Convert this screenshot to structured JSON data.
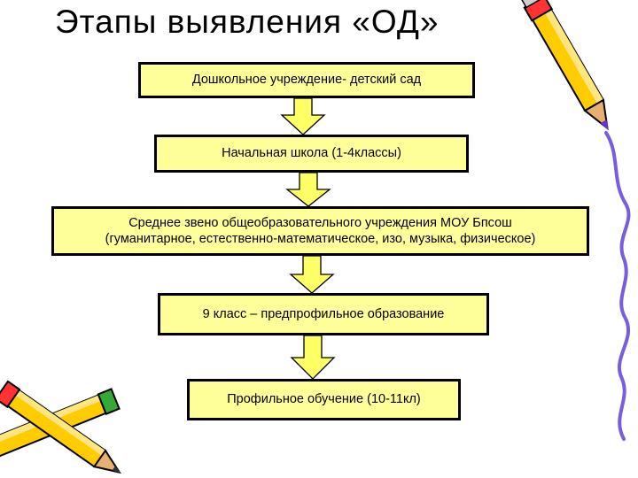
{
  "slide": {
    "title": "Этапы выявления «ОД»"
  },
  "flow": {
    "steps": [
      {
        "lines": [
          "Дошкольное учреждение- детский сад"
        ]
      },
      {
        "lines": [
          "Начальная школа (1-4классы)"
        ]
      },
      {
        "lines": [
          "Среднее звено общеобразовательного учреждения МОУ Бпсош",
          "(гуманитарное, естественно-математическое, изо, музыка, физическое)"
        ]
      },
      {
        "lines": [
          "9 класс – предпрофильное образование"
        ]
      },
      {
        "lines": [
          "Профильное обучение (10-11кл)"
        ]
      }
    ]
  },
  "colors": {
    "box_fill": "#ffff99",
    "arrow_fill": "#ffff66",
    "pencil_body": "#ffcc00",
    "pencil_tip": "#e8b070",
    "squiggle": "#7a5ce0"
  },
  "icons": [
    "pencil-icon",
    "crossed-pencils-icon",
    "squiggle-decoration"
  ]
}
